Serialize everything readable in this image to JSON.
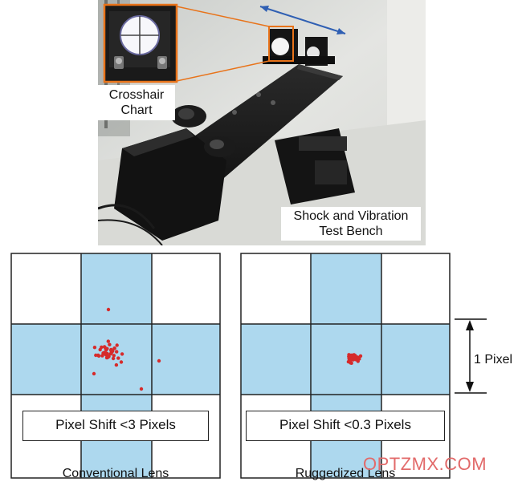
{
  "photo": {
    "inset_label_line1": "Crosshair",
    "inset_label_line2": "Chart",
    "bench_label_line1": "Shock and Vibration",
    "bench_label_line2": "Test Bench"
  },
  "panels": [
    {
      "shift_text": "Pixel Shift <3 Pixels",
      "caption": "Conventional Lens"
    },
    {
      "shift_text": "Pixel Shift <0.3 Pixels",
      "caption": "Ruggedized Lens"
    }
  ],
  "scale": {
    "label": "1 Pixel"
  },
  "watermark": "OPTZMX.COM",
  "colors": {
    "pixel_fill": "#add8ee",
    "dot": "#d62b2b",
    "accent": "#e8731a",
    "arrow": "#2f5fb3"
  }
}
